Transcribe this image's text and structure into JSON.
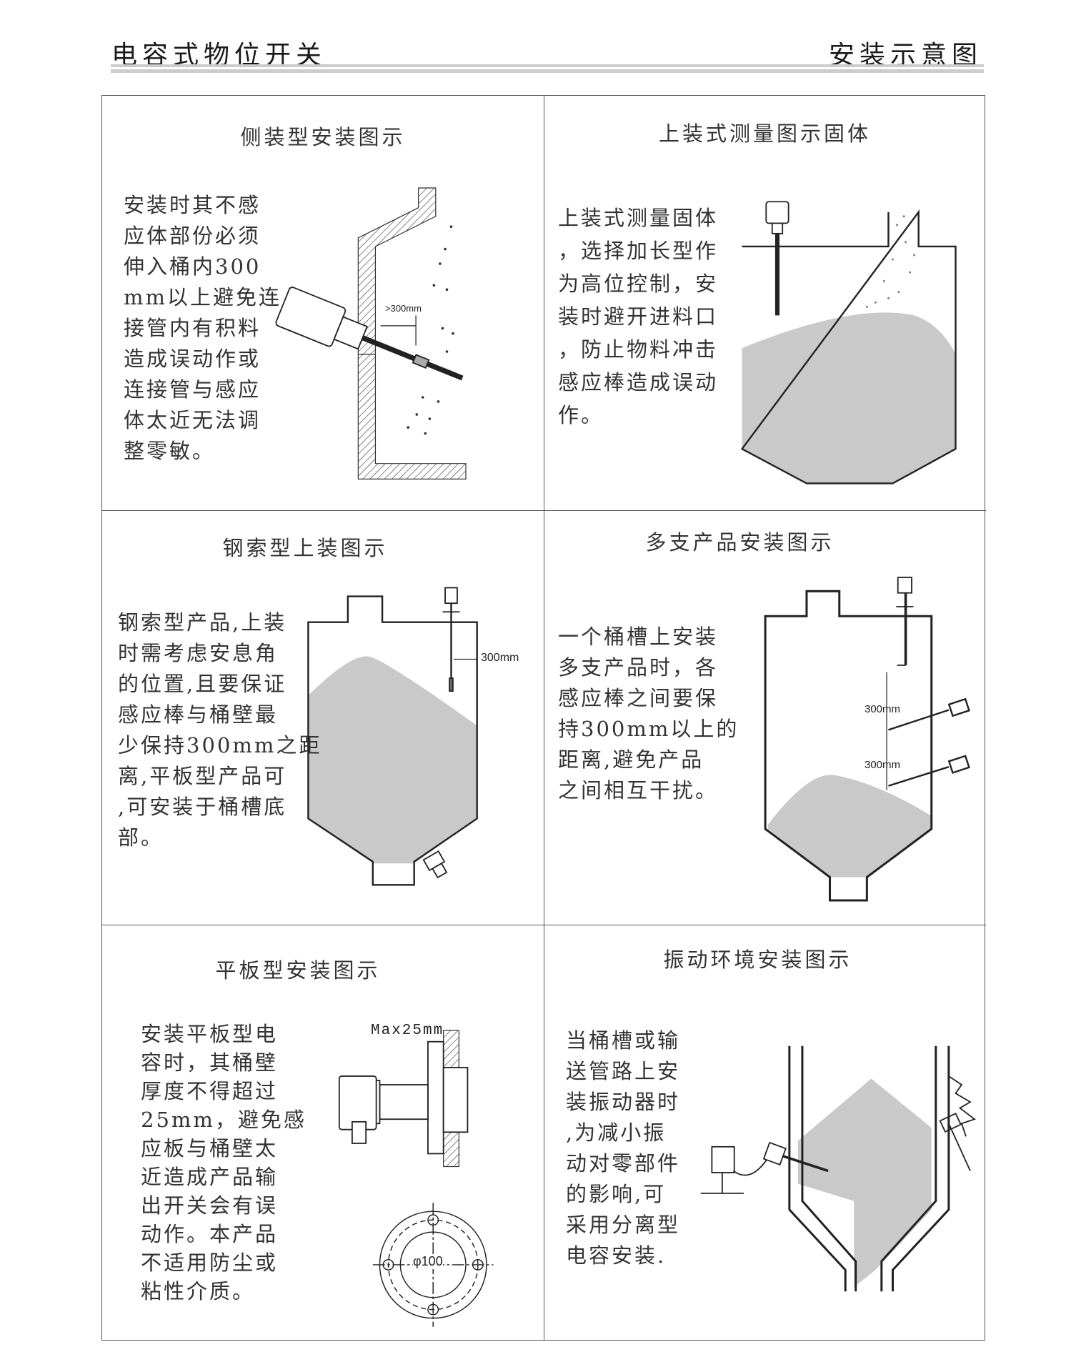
{
  "header": {
    "title": "电容式物位开关",
    "section": "安装示意图"
  },
  "panels": [
    {
      "title": "侧装型安装图示",
      "lines": [
        "安装时其不感",
        "应体部份必须",
        "伸入桶内300",
        "mm以上避免连",
        "接管内有积料",
        "造成误动作或",
        "连接管与感应",
        "体太近无法调",
        "整零敏。"
      ],
      "label": ">300mm"
    },
    {
      "title": "上装式测量图示固体",
      "lines": [
        "上装式测量固体",
        "，选择加长型作",
        "为高位控制，安",
        "装时避开进料口",
        "，防止物料冲击",
        "感应棒造成误动",
        "作。"
      ]
    },
    {
      "title": "钢索型上装图示",
      "lines": [
        "钢索型产品,上装",
        "时需考虑安息角",
        "的位置,且要保证",
        "感应棒与桶壁最",
        "少保持300mm之距",
        "离,平板型产品可",
        ",可安装于桶槽底",
        "部。"
      ],
      "label": "300mm"
    },
    {
      "title": "多支产品安装图示",
      "lines": [
        "一个桶槽上安装",
        "多支产品时，各",
        "感应棒之间要保",
        "持300mm以上的",
        "距离,避免产品",
        "之间相互干扰。"
      ],
      "label1": "300mm",
      "label2": "300mm"
    },
    {
      "title": "平板型安装图示",
      "lines": [
        "安装平板型电",
        "容时，其桶壁",
        "厚度不得超过",
        "25mm，避免感",
        "应板与桶壁太",
        "近造成产品输",
        "出开关会有误",
        "动作。本产品",
        "不适用防尘或",
        "粘性介质。"
      ],
      "label": "Max25mm",
      "dia": "φ100"
    },
    {
      "title": "振动环境安装图示",
      "lines": [
        "当桶槽或输",
        "送管路上安",
        "装振动器时",
        ",为减小振",
        "动对零部件",
        "的影响,可",
        "采用分离型",
        "电容安装."
      ]
    }
  ],
  "colors": {
    "material": "#c9c9c9",
    "line": "#222222"
  }
}
